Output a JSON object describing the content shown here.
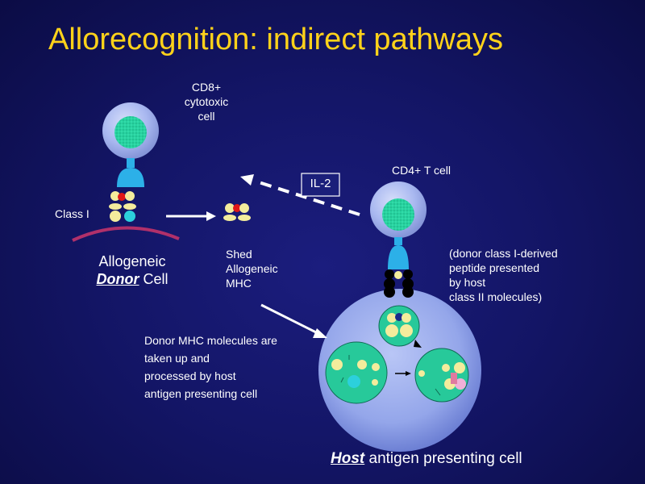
{
  "title": "Allorecognition: indirect pathways",
  "labels": {
    "cd8_line1": "CD8+",
    "cd8_line2": "cytotoxic",
    "cd8_line3": "cell",
    "cd4": "CD4+ T cell",
    "il2": "IL-2",
    "class_i": "Class I",
    "allogeneic": "Allogeneic",
    "donor": "Donor",
    "cell": " Cell",
    "shed_line1": "Shed",
    "shed_line2": "Allogeneic",
    "shed_line3": "MHC",
    "peptide_line1": "(donor class I-derived",
    "peptide_line2": "peptide presented",
    "peptide_line3": "by host",
    "peptide_line4": "class II molecules)",
    "uptake_line1": "Donor MHC molecules are",
    "uptake_line2": "taken up and",
    "uptake_line3": "processed by host",
    "uptake_line4": "antigen presenting cell",
    "host": "Host",
    "apc": " antigen presenting cell"
  },
  "colors": {
    "title": "#ffd21a",
    "cell_body": "#a9b8f0",
    "nucleus": "#27d3a0",
    "receptor": "#2cb0e8",
    "mhc_yellow": "#f4ec9c",
    "peptide_red": "#e01818",
    "membrane": "#b0306a"
  }
}
